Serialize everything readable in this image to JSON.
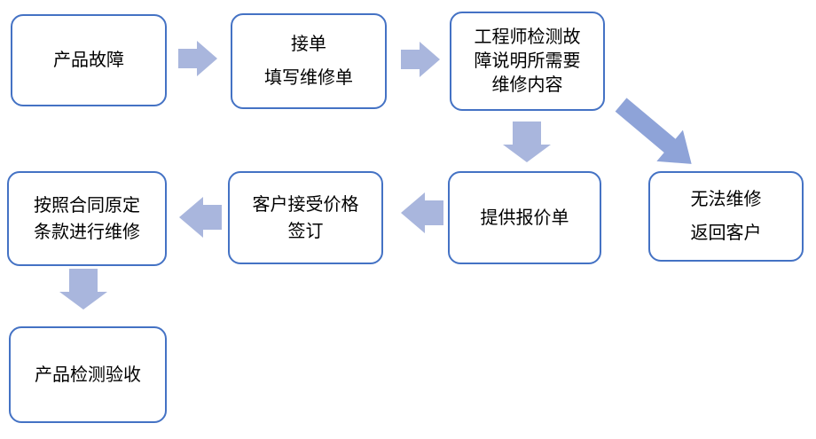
{
  "colors": {
    "background": "#FFFFFF",
    "node_border": "#4472C4",
    "node_fill": "#FFFFFF",
    "node_text": "#000000",
    "arrow_fill": "#A9B6DD",
    "diagonal_arrow_fill": "#8EA3D8"
  },
  "nodes": [
    {
      "id": "product-fault",
      "lines": [
        "产品故障"
      ]
    },
    {
      "id": "receive-order",
      "lines": [
        "接单",
        "填写维修单"
      ]
    },
    {
      "id": "engineer-inspect",
      "lines": [
        "工程师检测故",
        "障说明所需要",
        "维修内容"
      ]
    },
    {
      "id": "cannot-repair",
      "lines": [
        "无法维修",
        "返回客户"
      ]
    },
    {
      "id": "provide-quote",
      "lines": [
        "提供报价单"
      ]
    },
    {
      "id": "customer-accept",
      "lines": [
        "客户接受价格",
        "签订"
      ]
    },
    {
      "id": "repair-per-contract",
      "lines": [
        "按照合同原定",
        "条款进行维修"
      ]
    },
    {
      "id": "product-inspection",
      "lines": [
        "产品检测验收"
      ]
    }
  ],
  "connections": [
    {
      "from": "product-fault",
      "to": "receive-order",
      "direction": "right"
    },
    {
      "from": "receive-order",
      "to": "engineer-inspect",
      "direction": "right"
    },
    {
      "from": "engineer-inspect",
      "to": "provide-quote",
      "direction": "down"
    },
    {
      "from": "engineer-inspect",
      "to": "cannot-repair",
      "direction": "down-right"
    },
    {
      "from": "provide-quote",
      "to": "customer-accept",
      "direction": "left"
    },
    {
      "from": "customer-accept",
      "to": "repair-per-contract",
      "direction": "left"
    },
    {
      "from": "repair-per-contract",
      "to": "product-inspection",
      "direction": "down"
    }
  ]
}
